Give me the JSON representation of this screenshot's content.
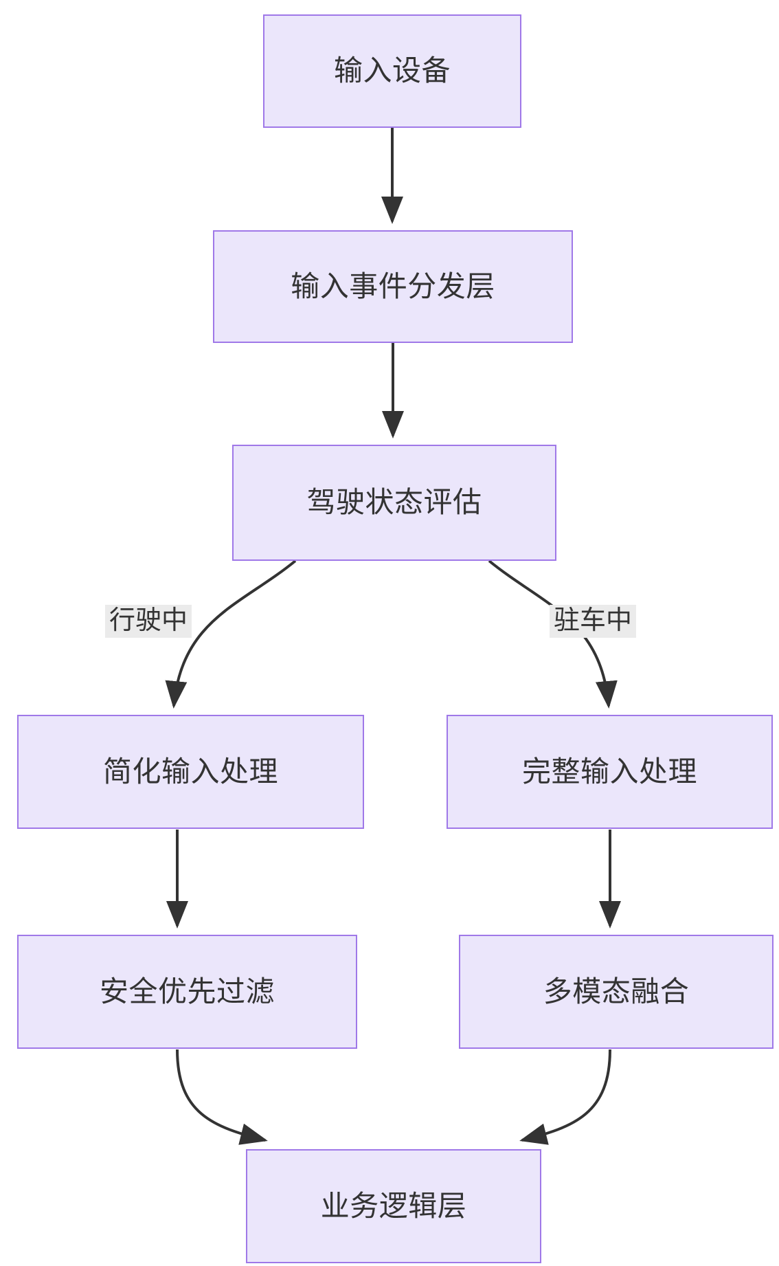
{
  "diagram": {
    "type": "flowchart",
    "direction": "top-down",
    "background": "#ffffff",
    "node_fill": "#ebe6fb",
    "node_border": "#9f78e8",
    "node_text_color": "#333333",
    "edge_color": "#333333",
    "edge_label_background": "#ebebeb",
    "nodes": [
      {
        "id": "input_device",
        "label": "输入设备"
      },
      {
        "id": "dispatch_layer",
        "label": "输入事件分发层"
      },
      {
        "id": "driving_state",
        "label": "驾驶状态评估"
      },
      {
        "id": "simple_input",
        "label": "简化输入处理"
      },
      {
        "id": "full_input",
        "label": "完整输入处理"
      },
      {
        "id": "safety_filter",
        "label": "安全优先过滤"
      },
      {
        "id": "multimodal",
        "label": "多模态融合"
      },
      {
        "id": "business_logic",
        "label": "业务逻辑层"
      }
    ],
    "edges": [
      {
        "from": "input_device",
        "to": "dispatch_layer",
        "label": ""
      },
      {
        "from": "dispatch_layer",
        "to": "driving_state",
        "label": ""
      },
      {
        "from": "driving_state",
        "to": "simple_input",
        "label": "行驶中"
      },
      {
        "from": "driving_state",
        "to": "full_input",
        "label": "驻车中"
      },
      {
        "from": "simple_input",
        "to": "safety_filter",
        "label": ""
      },
      {
        "from": "full_input",
        "to": "multimodal",
        "label": ""
      },
      {
        "from": "safety_filter",
        "to": "business_logic",
        "label": ""
      },
      {
        "from": "multimodal",
        "to": "business_logic",
        "label": ""
      }
    ],
    "edge_labels": {
      "driving": "行驶中",
      "parked": "驻车中"
    }
  }
}
